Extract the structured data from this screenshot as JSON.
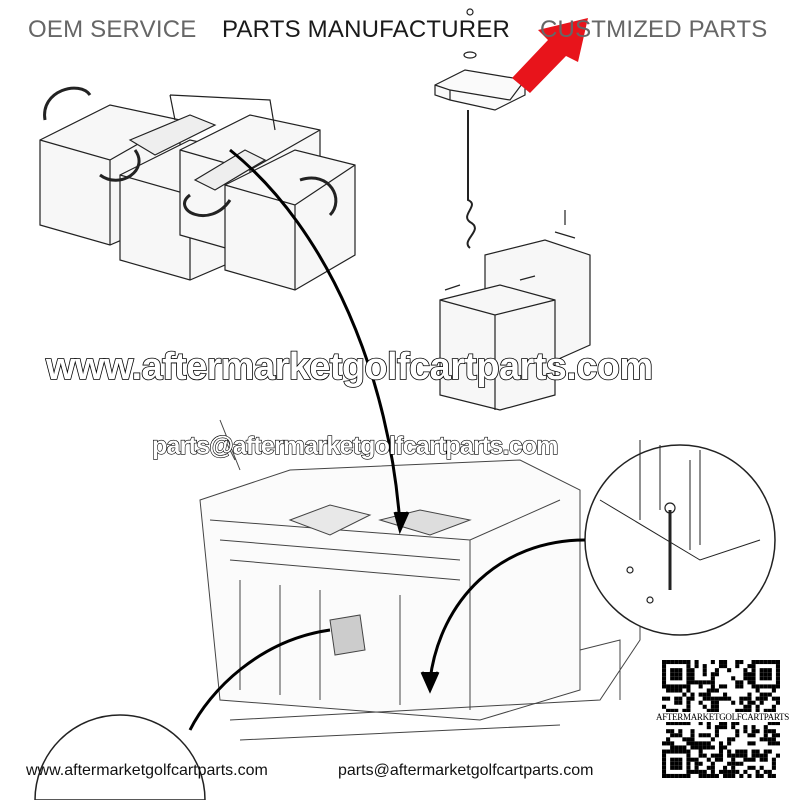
{
  "header": {
    "oem": "OEM SERVICE",
    "manufacturer": "PARTS MANUFACTURER",
    "customized": "CUSTMIZED PARTS"
  },
  "watermarks": {
    "website": "www.aftermarketgolfcartparts.com",
    "email": "parts@aftermarketgolfcartparts.com"
  },
  "footer": {
    "website": "www.aftermarketgolfcartparts.com",
    "email": "parts@aftermarketgolfcartparts.com"
  },
  "qr": {
    "label": "AFTERMARKETGOLFCARTPARTS"
  },
  "colors": {
    "accent_arrow": "#e8141b",
    "header_gray": "#666666",
    "header_dark": "#1a1a1a"
  }
}
